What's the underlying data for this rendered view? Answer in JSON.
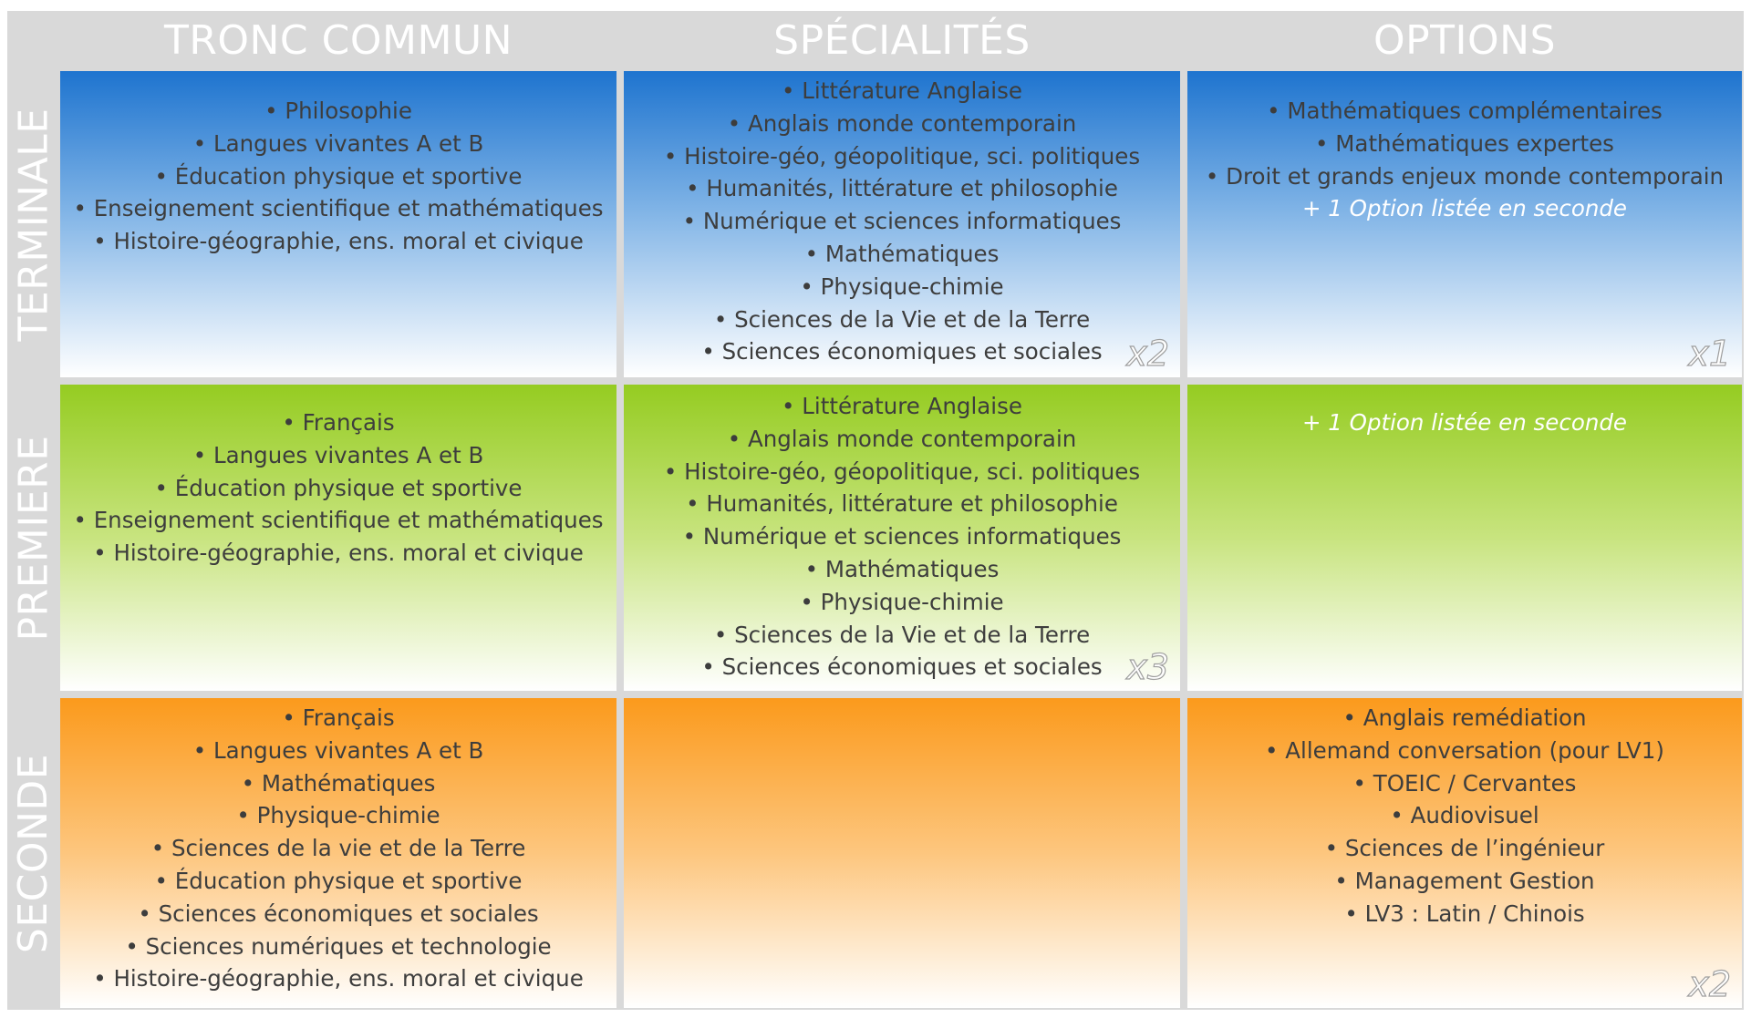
{
  "columns": [
    "TRONC COMMUN",
    "SPÉCIALITÉS",
    "OPTIONS"
  ],
  "rows": [
    "TERMINALE",
    "PREMIERE",
    "SECONDE"
  ],
  "colors": {
    "terminale": "#1e74cf",
    "premiere": "#95cc21",
    "seconde": "#fb9a1c",
    "frame": "#d9d9d9"
  },
  "terminale": {
    "tronc": [
      "Philosophie",
      "Langues vivantes A et B",
      "Éducation physique et sportive",
      "Enseignement scientifique et mathématiques",
      "Histoire-géographie, ens. moral et civique"
    ],
    "specialites": [
      "Littérature Anglaise",
      "Anglais monde contemporain",
      "Histoire-géo, géopolitique, sci. politiques",
      "Humanités, littérature et philosophie",
      "Numérique et sciences informatiques",
      "Mathématiques",
      "Physique-chimie",
      "Sciences de la Vie et de la Terre",
      "Sciences économiques et sociales"
    ],
    "specialites_mult": "x2",
    "options": [
      "Mathématiques complémentaires",
      "Mathématiques expertes",
      "Droit et grands enjeux monde contemporain"
    ],
    "options_note": "+ 1 Option listée en seconde",
    "options_mult": "x1"
  },
  "premiere": {
    "tronc": [
      "Français",
      "Langues vivantes A et B",
      "Éducation physique et sportive",
      "Enseignement scientifique et mathématiques",
      "Histoire-géographie, ens. moral et civique"
    ],
    "specialites": [
      "Littérature Anglaise",
      "Anglais monde contemporain",
      "Histoire-géo, géopolitique, sci. politiques",
      "Humanités, littérature et philosophie",
      "Numérique et sciences informatiques",
      "Mathématiques",
      "Physique-chimie",
      "Sciences de la Vie et de la Terre",
      "Sciences économiques et sociales"
    ],
    "specialites_mult": "x3",
    "options_note": "+ 1 Option listée en seconde"
  },
  "seconde": {
    "tronc": [
      "Français",
      "Langues vivantes A et B",
      "Mathématiques",
      "Physique-chimie",
      "Sciences de la vie et de la Terre",
      "Éducation physique et sportive",
      "Sciences économiques et sociales",
      "Sciences numériques et technologie",
      "Histoire-géographie, ens. moral et civique"
    ],
    "options": [
      "Anglais remédiation",
      "Allemand conversation (pour LV1)",
      "TOEIC / Cervantes",
      "Audiovisuel",
      "Sciences de l’ingénieur",
      "Management Gestion",
      "LV3 : Latin / Chinois"
    ],
    "options_mult": "x2"
  }
}
